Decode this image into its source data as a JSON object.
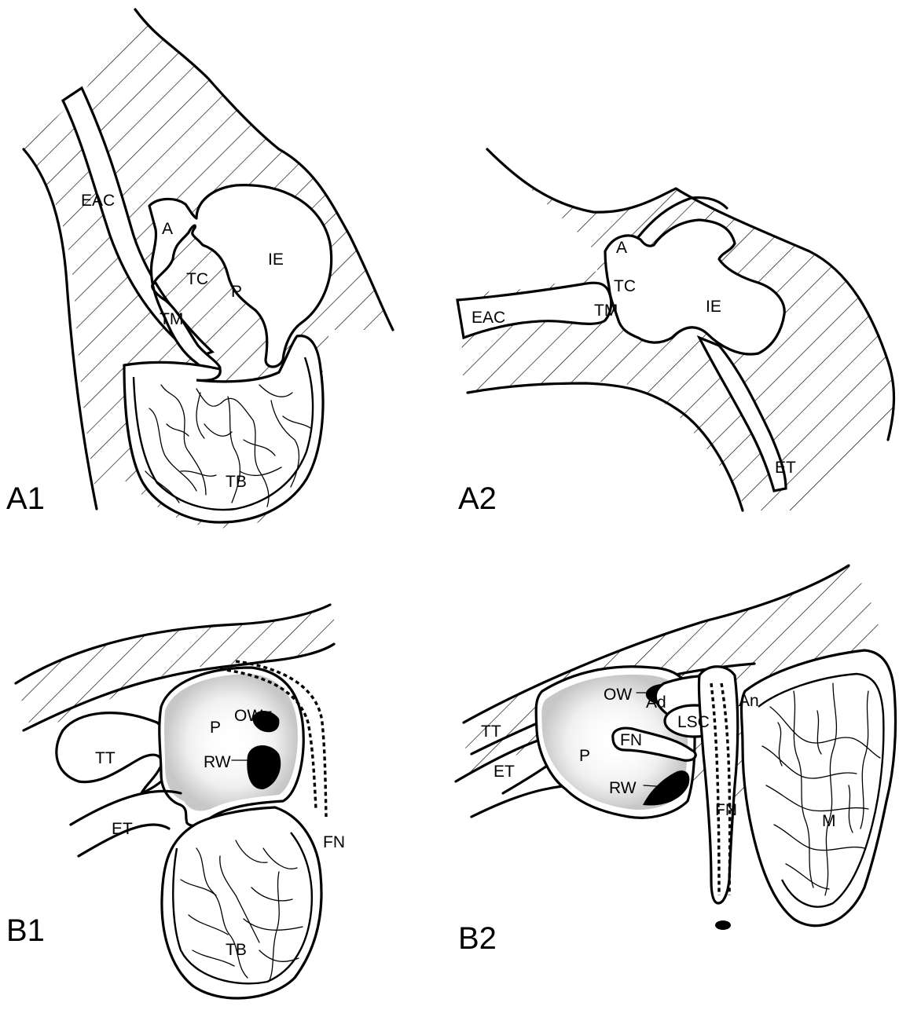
{
  "panels": [
    {
      "label": "A1",
      "structures": [
        "EAC",
        "A",
        "TC",
        "P",
        "IE",
        "TM",
        "TB"
      ]
    },
    {
      "label": "A2",
      "structures": [
        "A",
        "TC",
        "EAC",
        "TM",
        "IE",
        "ET"
      ]
    },
    {
      "label": "B1",
      "structures": [
        "OW",
        "P",
        "RW",
        "TT",
        "FN",
        "ET",
        "TB"
      ]
    },
    {
      "label": "B2",
      "structures": [
        "Ad",
        "LSC",
        "An",
        "FN",
        "TT",
        "OW",
        "P",
        "ET",
        "RW",
        "FN",
        "M"
      ]
    }
  ],
  "colors": {
    "ink": "#000000",
    "paper": "#ffffff"
  }
}
